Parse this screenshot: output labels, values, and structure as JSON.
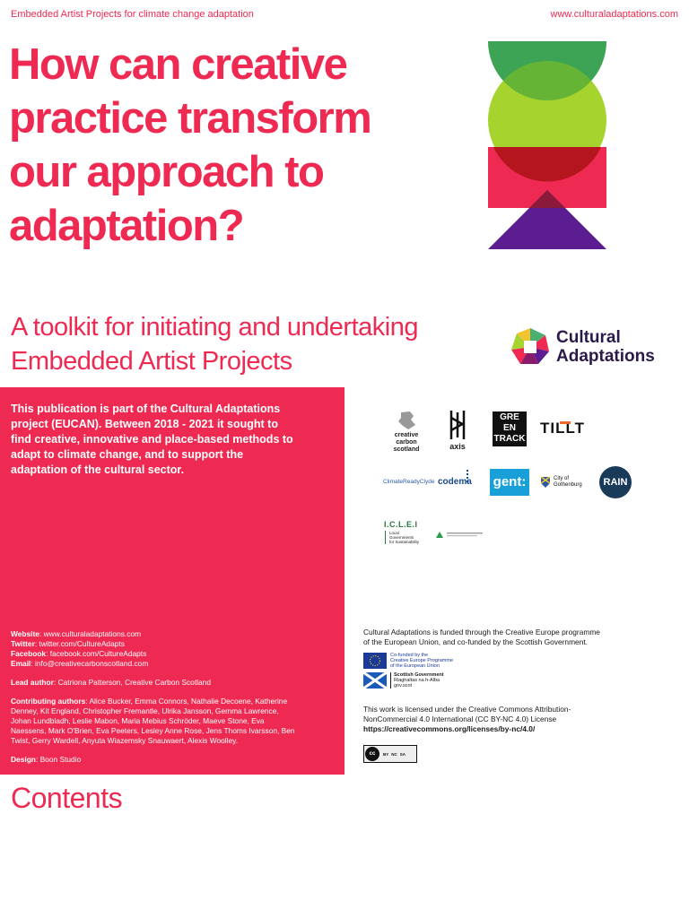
{
  "header": {
    "left_text": "Embedded Artist Projects for climate change adaptation",
    "right_text": "www.culturaladaptations.com"
  },
  "title": {
    "lines": [
      "How can creative",
      "practice transform",
      "our approach to",
      "adaptation?"
    ]
  },
  "subtitle": {
    "lines": [
      "A toolkit for initiating and undertaking",
      "Embedded Artist Projects"
    ]
  },
  "brand": {
    "name_line1": "Cultural",
    "name_line2": "Adaptations"
  },
  "intro": {
    "text": "This publication is part of the Cultural Adaptations project (EUCAN). Between 2018 - 2021 it sought to find creative, innovative and place-based methods to adapt to climate change, and to support the adaptation of the cultural sector."
  },
  "links": {
    "website_label": "Website",
    "website_value": ": www.culturaladaptations.com",
    "twitter_label": "Twitter",
    "twitter_value": ": twitter.com/CultureAdapts",
    "facebook_label": "Facebook",
    "facebook_value": ": facebook.com/CultureAdapts",
    "email_label": "Email",
    "email_value": ": info@creativecarbonscotland.com"
  },
  "credits": {
    "lead_label": "Lead author",
    "lead_value": ": Catriona Patterson, Creative Carbon Scotland",
    "contrib_label": "Contributing authors",
    "contrib_value": ": Alice Bucker, Emma Connors, Nathalie Decoene, Katherine Denney, Kit England, Christopher Fremantle, Ulrika Jansson, Gemma Lawrence, Johan Lundbladh, Leslie Mabon, Maria Mebius Schröder, Maeve Stone, Eva Naessens, Mark O'Brien, Eva Peeters, Lesley Anne Rose, Jens Thoms Ivarsson, Ben Twist, Gerry Wardell, Anyuta Wiazemsky Snauwaert, Alexis Woolley.",
    "design_label": "Design",
    "design_value": ": Boon Studio"
  },
  "partners": {
    "ccs": [
      "creative",
      "carbon",
      "scotland"
    ],
    "axis": "axis",
    "greentrack": [
      "GRE",
      "EN",
      "TRACK"
    ],
    "tillt": "TILLT",
    "climate_ready": "ClimateReadyClyde",
    "codema": "codema",
    "gent": "gent:",
    "gothenburg": [
      "City of",
      "Gothenburg"
    ],
    "rain": "RAIN",
    "iclei": "I.C.L.E.I",
    "iclei_sub": [
      "Local",
      "Governments",
      "for Sustainability"
    ]
  },
  "funding": {
    "text": "Cultural Adaptations is funded through the Creative Europe programme of the European Union, and co-funded by the Scottish Government.",
    "eu_text": [
      "Co-funded by the",
      "Creative Europe Programme",
      "of the European Union"
    ],
    "scot_text": [
      "Scottish Government",
      "Riaghaltas na h-Alba",
      "gov.scot"
    ]
  },
  "license": {
    "text": "This work is licensed under the Creative Commons Attribution-NonCommercial 4.0 International (CC BY-NC 4.0) License",
    "url": "https://creativecommons.org/licenses/by-nc/4.0/",
    "badge": [
      "BY",
      "NC",
      "SA"
    ]
  },
  "contents": {
    "heading": "Contents"
  },
  "colors": {
    "accent": "#ee2a52",
    "green": "#4caf72",
    "lime": "#a6d32e",
    "purple": "#5b1d8f"
  }
}
